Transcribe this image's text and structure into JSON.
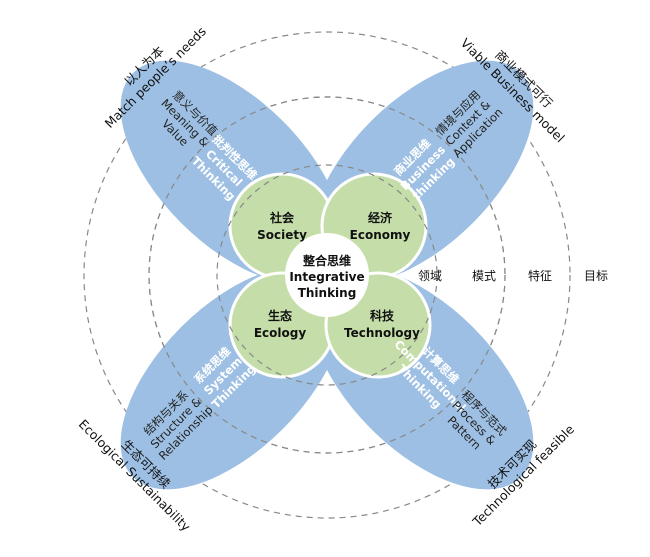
{
  "center": {
    "zh": "整合思维",
    "en1": "Integrative",
    "en2": "Thinking"
  },
  "domains": [
    {
      "zh": "社会",
      "en": "Society"
    },
    {
      "zh": "经济",
      "en": "Economy"
    },
    {
      "zh": "生态",
      "en": "Ecology"
    },
    {
      "zh": "科技",
      "en": "Technology"
    }
  ],
  "thinking": [
    {
      "zh": "批判性思维",
      "en1": "Critical",
      "en2": "Thinking"
    },
    {
      "zh": "商业思维",
      "en1": "Business",
      "en2": "thinking"
    },
    {
      "zh": "系统思维",
      "en1": "System",
      "en2": "Thinking"
    },
    {
      "zh": "计算思维",
      "en1": "Computational",
      "en2": "Thinking"
    }
  ],
  "patterns": [
    {
      "zh": "意义与价值",
      "en1": "Meaning &",
      "en2": "Value"
    },
    {
      "zh": "情境与应用",
      "en1": "Context &",
      "en2": "Application"
    },
    {
      "zh": "结构与关系",
      "en1": "Structure &",
      "en2": "Relationship"
    },
    {
      "zh": "程序与范式",
      "en1": "Process &",
      "en2": "Pattern"
    }
  ],
  "goals": [
    {
      "zh": "以人为本",
      "en": "Match people’s needs"
    },
    {
      "zh": "商业模式可行",
      "en": "Viable Business model"
    },
    {
      "zh": "生态可持续",
      "en": "Ecological Sustainability"
    },
    {
      "zh": "技术可实现",
      "en": "Technological feasible"
    }
  ],
  "axis_labels": [
    "领域",
    "模式",
    "特征",
    "目标"
  ]
}
